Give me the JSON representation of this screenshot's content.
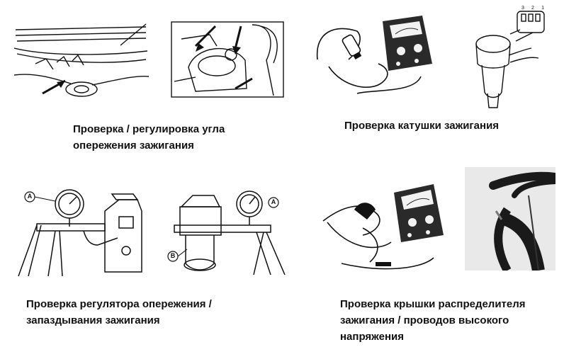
{
  "panels": [
    {
      "id": "timing",
      "caption_lines": [
        "Проверка / регулировка угла",
        "опережения зажигания"
      ]
    },
    {
      "id": "coil",
      "caption_lines": [
        "Проверка катушки зажигания"
      ],
      "connector_pins": [
        "3",
        "2",
        "1"
      ]
    },
    {
      "id": "advance",
      "caption_lines": [
        "Проверка регулятора опережения /",
        "запаздывания зажигания"
      ],
      "callouts": [
        "A",
        "A",
        "B"
      ]
    },
    {
      "id": "cap",
      "caption_lines": [
        "Проверка крышки распределителя",
        "зажигания / проводов высокого",
        "напряжения"
      ]
    }
  ],
  "colors": {
    "ink": "#111111",
    "meter": "#2a2a2a",
    "photo_bg": "#e9e9e9"
  }
}
